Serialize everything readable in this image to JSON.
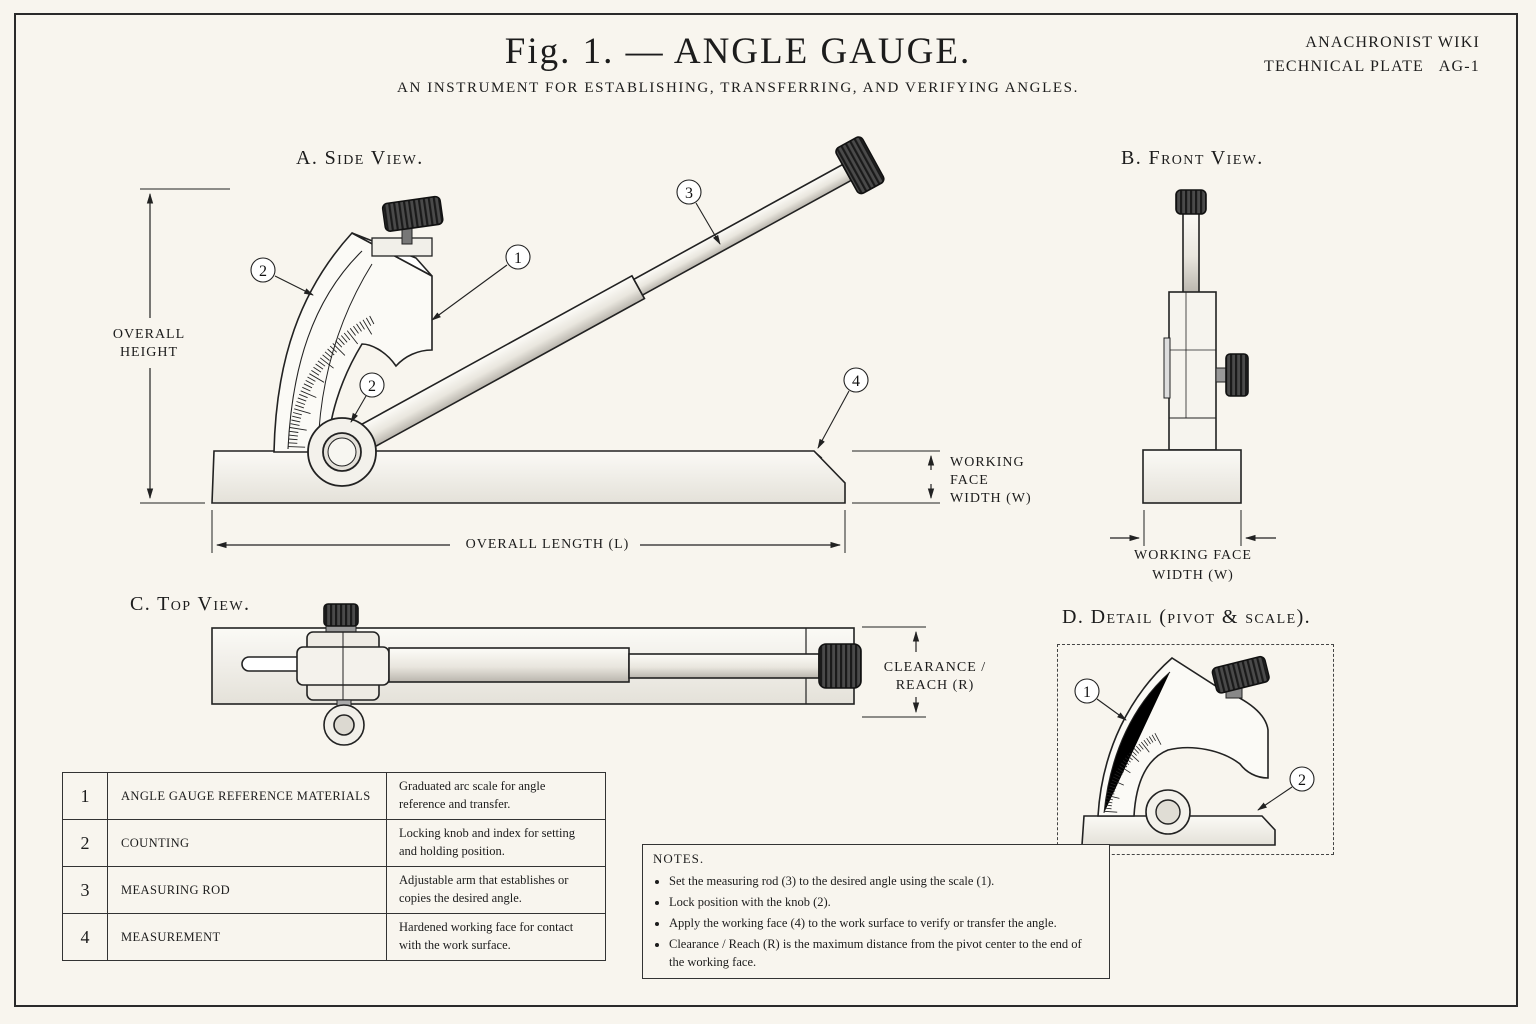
{
  "header": {
    "title": "Fig. 1. — ANGLE GAUGE.",
    "subtitle": "AN INSTRUMENT FOR ESTABLISHING, TRANSFERRING, AND VERIFYING ANGLES.",
    "publisher": "ANACHRONIST WIKI",
    "plate": "TECHNICAL PLATE   AG-1"
  },
  "views": {
    "side": "A. Side View.",
    "front": "B. Front View.",
    "top": "C. Top View.",
    "detail": "D. Detail (pivot & scale)."
  },
  "dimensions": {
    "overall_height": "OVERALL\nHEIGHT",
    "overall_length": "OVERALL LENGTH (L)",
    "working_face_side": "WORKING\nFACE\nWIDTH (W)",
    "working_face_front": "WORKING FACE\nWIDTH (W)",
    "clearance": "CLEARANCE /\nREACH (R)"
  },
  "callouts": {
    "c1": "1",
    "c2": "2",
    "c3": "3",
    "c4": "4"
  },
  "parts": [
    {
      "num": "1",
      "name": "Angle gauge reference materials",
      "desc": "Graduated arc scale for angle reference and transfer."
    },
    {
      "num": "2",
      "name": "Counting",
      "desc": "Locking knob and index for setting and holding position."
    },
    {
      "num": "3",
      "name": "Measuring rod",
      "desc": "Adjustable arm that establishes or copies the desired angle."
    },
    {
      "num": "4",
      "name": "Measurement",
      "desc": "Hardened working face for contact with the work surface."
    }
  ],
  "notes": {
    "heading": "NOTES.",
    "items": [
      "Set the measuring rod (3) to the desired angle using the scale (1).",
      "Lock position with the knob (2).",
      "Apply the working face (4) to the work surface to verify or transfer the angle.",
      "Clearance / Reach (R) is the maximum distance from the pivot center to the end of the working face."
    ]
  }
}
